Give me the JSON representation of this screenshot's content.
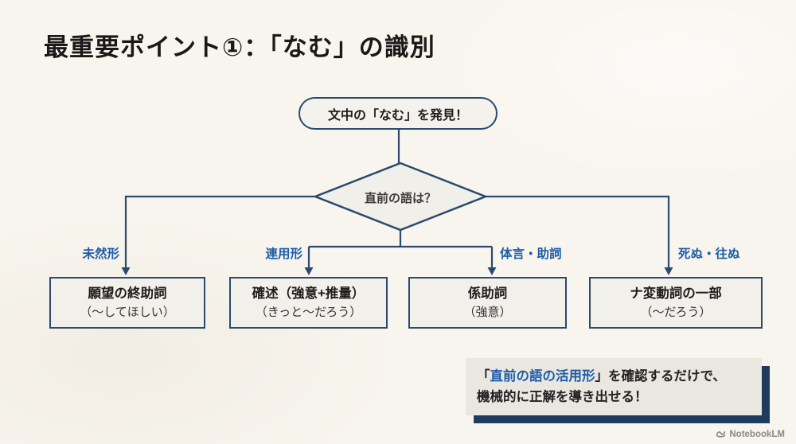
{
  "title": "最重要ポイント①：「なむ」の識別",
  "flow": {
    "start_label": "文中の「なむ」を発見！",
    "decision_label": "直前の語は？",
    "branches": [
      {
        "condition": "未然形",
        "result": "願望の終助詞",
        "meaning": "（〜してほしい）"
      },
      {
        "condition": "連用形",
        "result": "確述（強意+推量）",
        "meaning": "（きっと〜だろう）"
      },
      {
        "condition": "体言・助詞",
        "result": "係助詞",
        "meaning": "（強意）"
      },
      {
        "condition": "死ぬ・往ぬ",
        "result": "ナ変動詞の一部",
        "meaning": "（〜だろう）"
      }
    ]
  },
  "callout": {
    "bracket_open": "「",
    "highlight": "直前の語の活用形",
    "line1_rest": "」を確認するだけで、",
    "line2": "機械的に正解を導き出せる！"
  },
  "footer": {
    "brand": "NotebookLM"
  },
  "colors": {
    "background": "#f8f5ee",
    "navy": "#2b4a6d",
    "accent_blue": "#1e5ca6",
    "shape_fill": "#f2f0ea",
    "callout_bg": "#e9e7e0",
    "callout_shadow": "#1f3c5e",
    "text_dark": "#1d1d1d",
    "footer_gray": "#8a8a86"
  }
}
